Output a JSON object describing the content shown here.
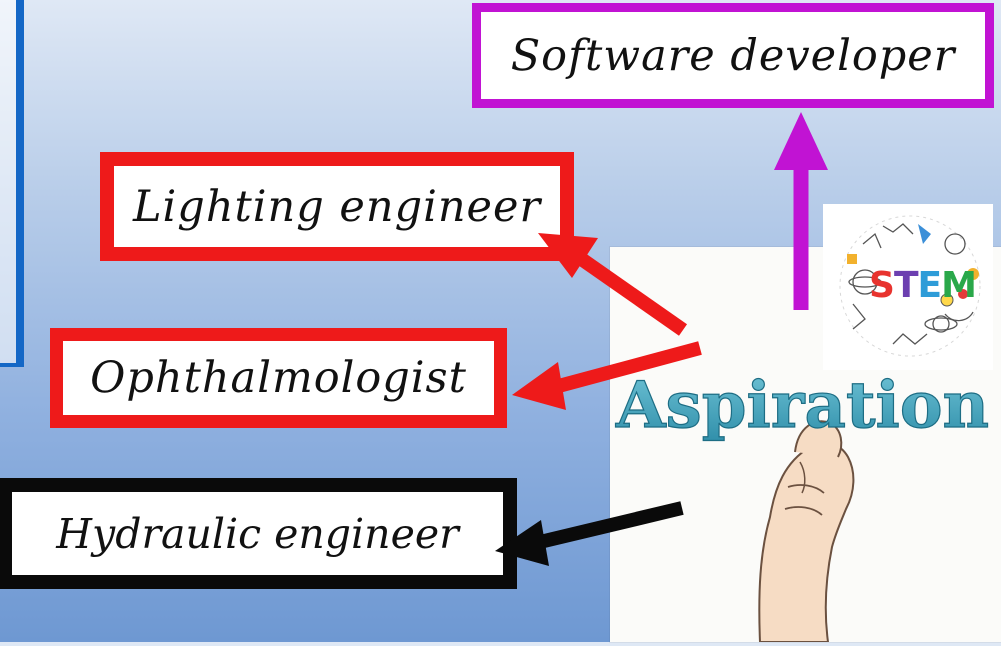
{
  "labels": {
    "software": "Software developer",
    "lighting": "Lighting engineer",
    "ophthalmologist": "Ophthalmologist",
    "hydraulic": "Hydraulic engineer"
  },
  "images": {
    "aspiration_word": "Aspiration",
    "stem_word": "STEM"
  },
  "colors": {
    "software_border": "#c113d3",
    "lighting_border": "#ee1a1a",
    "ophthalmologist_border": "#ee1a1a",
    "hydraulic_border": "#0a0a0a",
    "left_frame": "#1467c6"
  }
}
